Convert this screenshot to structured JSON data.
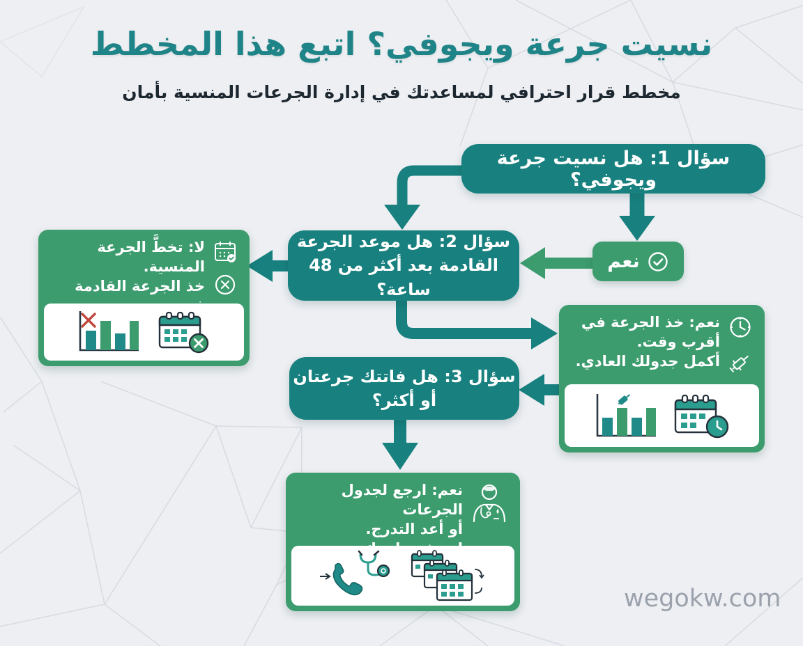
{
  "header": {
    "title": "نسيت جرعة ويجوفي؟ اتبع هذا المخطط",
    "subtitle": "مخطط قرار احترافي لمساعدتك في إدارة الجرعات المنسية بأمان"
  },
  "flow": {
    "q1": {
      "label": "سؤال 1: هل نسيت جرعة ويجوفي؟"
    },
    "yes1": {
      "label": "نعم",
      "icon": "check-circle-icon"
    },
    "q2": {
      "line1": "سؤال 2: هل موعد الجرعة",
      "line2": "القادمة بعد أكثر من 48 ساعة؟"
    },
    "no_result": {
      "prefix": "لا:",
      "line1_rest": " تخطَّ الجرعة المنسية.",
      "line2": "خذ الجرعة القادمة في",
      "line3": "موعدها.",
      "icons": [
        "calendar-check-icon",
        "circle-x-icon"
      ],
      "illustrations": [
        "calendar-crossed",
        "bar-chart-missed-dose"
      ]
    },
    "yes_result": {
      "prefix": "نعم:",
      "line1_rest": " خذ الجرعة في",
      "line2": "أقرب وقت.",
      "line3": "أكمل جدولك العادي.",
      "icons": [
        "clock-icon",
        "syringe-icon"
      ],
      "illustrations": [
        "calendar-clock",
        "bar-chart-syringe"
      ]
    },
    "q3": {
      "line1": "سؤال 3: هل فاتتك جرعتان",
      "line2": "أو أكثر؟"
    },
    "final_result": {
      "prefix": "نعم:",
      "line1_rest": " ارجع لجدول الجرعات",
      "line2": "أو أعد التدرج.",
      "line3": "استشر طبيبك.",
      "icons": [
        "doctor-icon"
      ],
      "illustrations": [
        "calendar-stack",
        "phone-stethoscope"
      ]
    }
  },
  "footer": {
    "watermark": "wegokw.com"
  },
  "colors": {
    "background": "#EDEFF3",
    "teal": "#18817F",
    "green": "#3C9C6E",
    "title": "#1F8487",
    "dark_text": "#1D2730",
    "watermark": "#9BA2AC",
    "missed_x_red": "#C0453A",
    "mesh_line": "#D8DCE2"
  }
}
